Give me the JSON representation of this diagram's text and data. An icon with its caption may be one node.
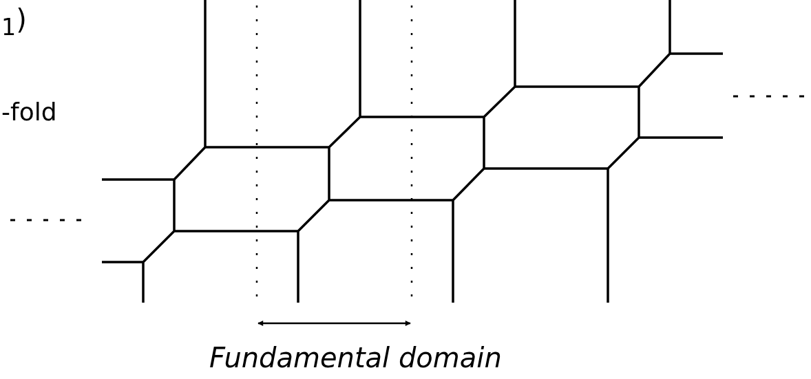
{
  "diagram": {
    "labels": [
      "$_{1}$)",
      "-fold",
      "Fundamental domain"
    ]
  }
}
